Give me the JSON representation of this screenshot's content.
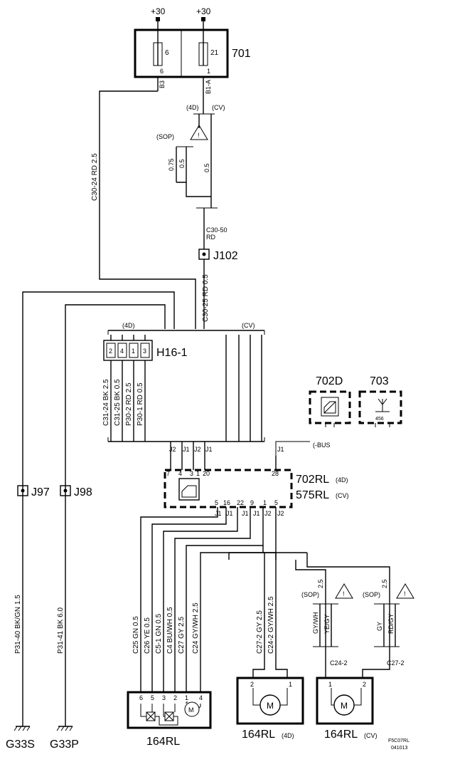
{
  "supply": {
    "left": "+30",
    "right": "+30"
  },
  "fuse_box": {
    "id": "701",
    "fuse_left": "6",
    "fuse_right": "21",
    "pin_left": "6",
    "pin_right": "1",
    "conn_left": "B3",
    "conn_right": "B1-A"
  },
  "variants": {
    "four_door": "(4D)",
    "cv": "(CV)",
    "sop": "(SOP)"
  },
  "warning_symbol": "!",
  "upper_wires": {
    "c30_24": "C30-24  RD  2.5",
    "w075": "0.75",
    "w05a": "0.5",
    "w05b": "0.5",
    "c30_50": "C30-50",
    "c30_50_color": "RD",
    "c30_25": "C30-25  RD  0.5"
  },
  "splices": {
    "j102": "J102",
    "j97": "J97",
    "j98": "J98"
  },
  "h16": {
    "id": "H16-1",
    "pins": [
      "2",
      "4",
      "1",
      "3"
    ],
    "wires": [
      "C31-24  BK  2.5",
      "C31-25  BK  0.5",
      "P30-2  RD  2.5",
      "P30-1  RD  0.5"
    ]
  },
  "bus": "(-BUS",
  "module": {
    "id_4d": "702RL",
    "variant_4d": "(4D)",
    "id_cv": "575RL",
    "variant_cv": "(CV)",
    "top_conns": [
      "J2",
      "J1",
      "J2",
      "J1",
      "J1"
    ],
    "top_pins": [
      "7",
      "4",
      "3",
      "1",
      "20",
      "28"
    ],
    "bottom_pins": [
      "5",
      "16",
      "22",
      "9",
      "1",
      "5"
    ],
    "bottom_conns": [
      "J1",
      "J1",
      "J1",
      "J1",
      "J2",
      "J2"
    ]
  },
  "switches": {
    "s702d": "702D",
    "s703": "703",
    "s703_pin": "456"
  },
  "ground_wires": {
    "left": "P31-40  BK/GN  1.5",
    "right": "P31-41  BK  6.0"
  },
  "grounds": {
    "left": "G33S",
    "right": "G33P"
  },
  "motor_wires": [
    "C25  GN  0.5",
    "C26  YE  0.5",
    "C5-1  GN  0.5",
    "C4  BU/WH  0.5",
    "C27  GY  2.5",
    "C24  GY/WH  2.5"
  ],
  "motor_4d_wires": [
    "C27-2  GY  2.5",
    "C24-2  GY/WH  2.5"
  ],
  "cv_wires": {
    "size_left": "2.5",
    "size_right": "2.5",
    "gywh": "GY/WH",
    "yegy": "YE/GY",
    "gy": "GY",
    "rdgy": "RD/GY",
    "c24_2": "C24-2",
    "c27_2": "C27-2"
  },
  "motors": {
    "main": {
      "id": "164RL",
      "pins": [
        "6",
        "5",
        "3",
        "2",
        "1",
        "4"
      ],
      "motor_symbol": "M"
    },
    "four_door": {
      "id": "164RL",
      "variant": "(4D)",
      "pins": [
        "2",
        "1"
      ],
      "motor_symbol": "M"
    },
    "cv": {
      "id": "164RL",
      "variant": "(CV)",
      "pins": [
        "1",
        "2"
      ],
      "motor_symbol": "M"
    }
  },
  "ref": {
    "code": "F5C07RL",
    "date": "041013"
  }
}
